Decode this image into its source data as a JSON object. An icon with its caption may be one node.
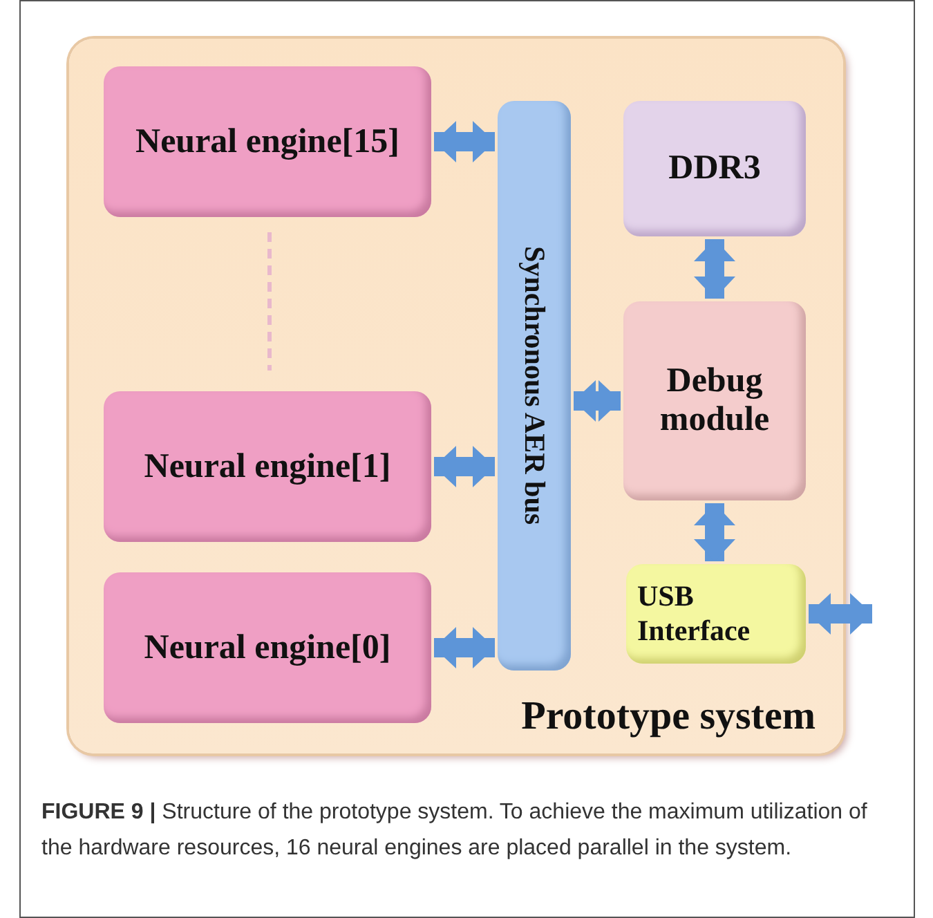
{
  "diagram": {
    "caption": "**FIGURE 9 |** Structure of the prototype system. To achieve the maximum utilization of the hardware resources, 16 neural engines are placed parallel in the system.",
    "nodes": [
      {
        "text": [
          "Prototype system"
        ]
      },
      {
        "text": [
          "Neural engine[15]"
        ],
        "in": 0
      },
      {
        "text": [
          "Neural engine[1]"
        ],
        "in": 0
      },
      {
        "text": [
          "Neural engine[0]"
        ],
        "in": 0
      },
      {
        "text": [
          "Synchronous AER bus"
        ],
        "in": 0
      },
      {
        "text": [
          "DDR3"
        ],
        "in": 0
      },
      {
        "text": [
          "Debug module"
        ],
        "in": 0
      },
      {
        "text": [
          "USB Interface"
        ],
        "in": 0
      }
    ],
    "edges": [
      {
        "from": 1,
        "to": 4,
        "arrow": "both"
      },
      {
        "from": 2,
        "to": 4,
        "arrow": "both"
      },
      {
        "from": 3,
        "to": 4,
        "arrow": "both"
      },
      {
        "from": 4,
        "to": 6,
        "arrow": "both"
      },
      {
        "from": 5,
        "to": 6,
        "arrow": "both"
      },
      {
        "from": 6,
        "to": 7,
        "arrow": "both"
      },
      {
        "from": 7,
        "to": null,
        "arrow": "both"
      }
    ]
  }
}
